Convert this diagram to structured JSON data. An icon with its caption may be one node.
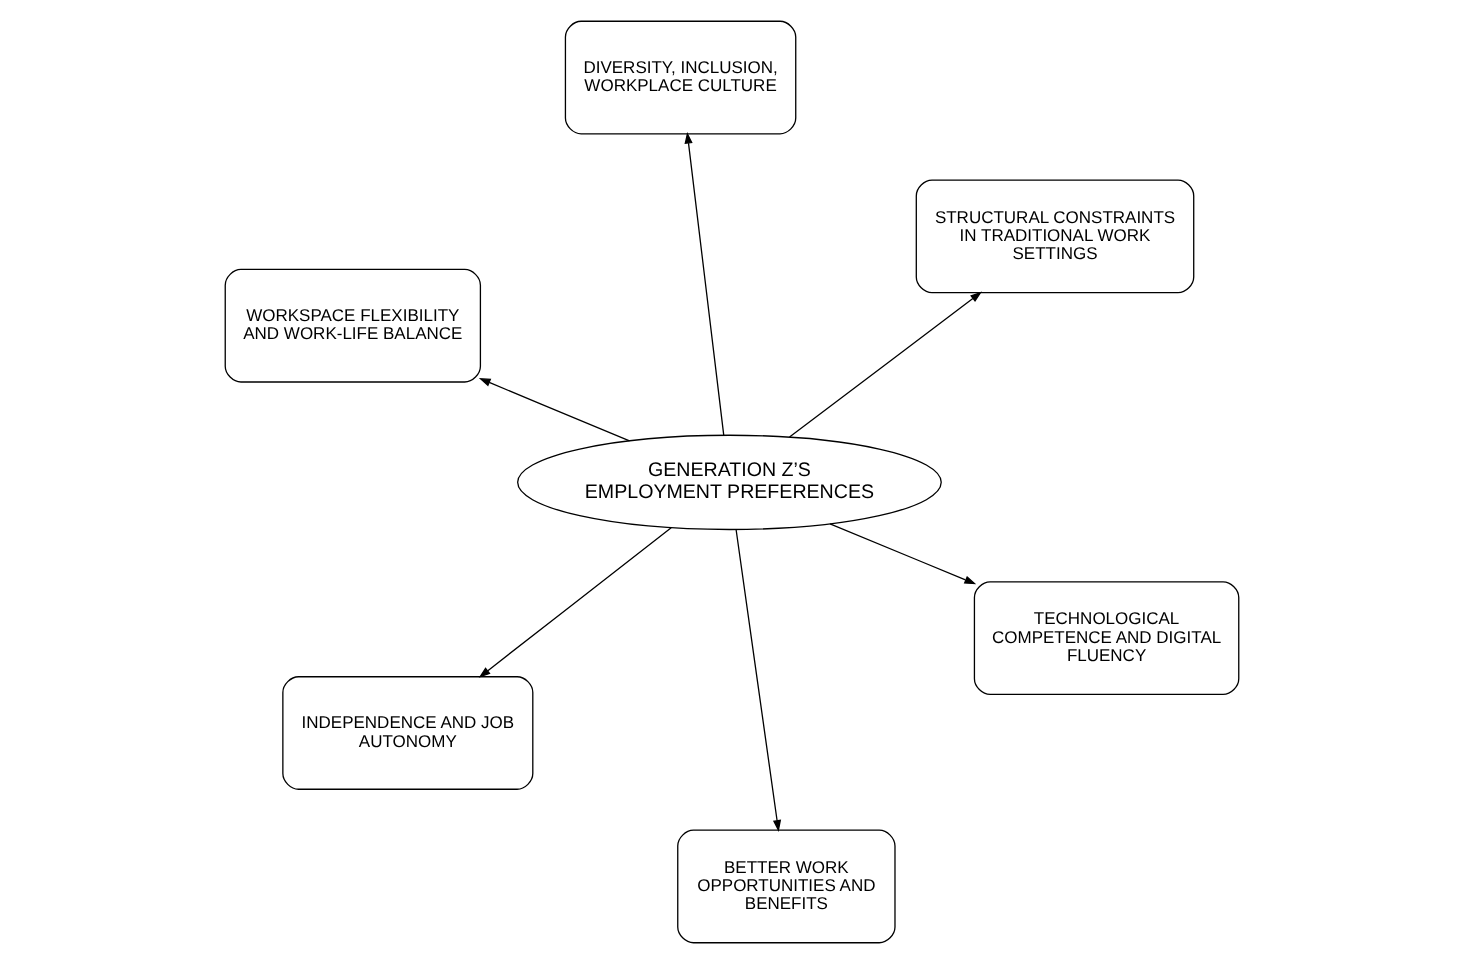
{
  "diagram": {
    "nodes": [
      {
        "text": [
          "WORKSPACE FLEXIBILITY AND WORK-LIFE BALANCE"
        ]
      },
      {
        "text": [
          "TECHNOLOGICAL COMPETENCE AND DIGITAL FLUENCY"
        ]
      },
      {
        "text": [
          "BETTER WORK OPPORTUNITIES AND BENEFITS"
        ]
      },
      {
        "text": [
          "GENERATION Z’S EMPLOYMENT PREFERENCES"
        ]
      },
      {
        "text": [
          "STRUCTURAL CONSTRAINTS IN TRADITIONAL WORK SETTINGS"
        ]
      },
      {
        "text": [
          "DIVERSITY, INCLUSION, WORKPLACE CULTURE"
        ]
      },
      {
        "text": [
          "INDEPENDENCE AND JOB AUTONOMY"
        ]
      }
    ],
    "edges": [
      {
        "from": 3,
        "to": 0,
        "arrow": "to"
      },
      {
        "from": 3,
        "to": 1,
        "arrow": "to"
      },
      {
        "from": 3,
        "to": 2,
        "arrow": "to"
      },
      {
        "from": 3,
        "to": 4,
        "arrow": "to"
      },
      {
        "from": 3,
        "to": 5,
        "arrow": "to"
      },
      {
        "from": 3,
        "to": 6,
        "arrow": "to"
      }
    ]
  }
}
